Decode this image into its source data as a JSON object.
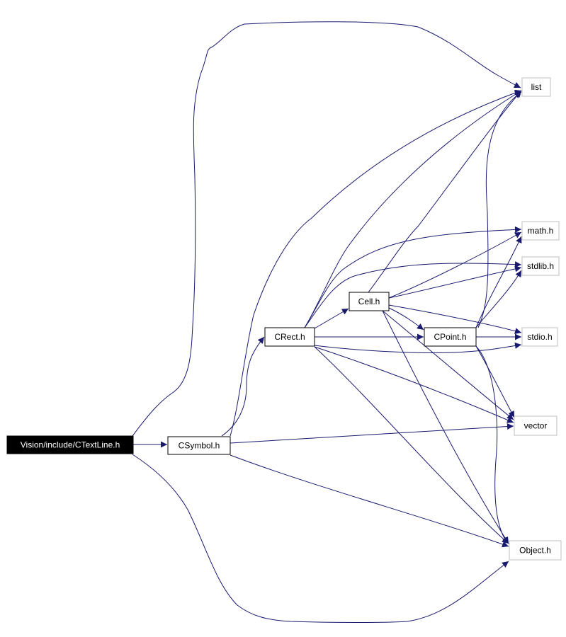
{
  "diagram": {
    "colors": {
      "edge": "#191970",
      "root_fill": "#000000",
      "root_text": "#ffffff",
      "local_border": "#000000",
      "external_border": "#bfbfbf"
    },
    "nodes": [
      {
        "id": "ctextline",
        "label": "Vision/include/CTextLine.h",
        "kind": "root"
      },
      {
        "id": "csymbol",
        "label": "CSymbol.h",
        "kind": "local"
      },
      {
        "id": "crect",
        "label": "CRect.h",
        "kind": "local"
      },
      {
        "id": "cell",
        "label": "Cell.h",
        "kind": "local"
      },
      {
        "id": "cpoint",
        "label": "CPoint.h",
        "kind": "local"
      },
      {
        "id": "list",
        "label": "list",
        "kind": "external"
      },
      {
        "id": "math",
        "label": "math.h",
        "kind": "external"
      },
      {
        "id": "stdlib",
        "label": "stdlib.h",
        "kind": "external"
      },
      {
        "id": "stdio",
        "label": "stdio.h",
        "kind": "external"
      },
      {
        "id": "vector",
        "label": "vector",
        "kind": "external"
      },
      {
        "id": "object",
        "label": "Object.h",
        "kind": "external"
      }
    ],
    "edges": [
      {
        "from": "ctextline",
        "to": "list"
      },
      {
        "from": "ctextline",
        "to": "csymbol"
      },
      {
        "from": "ctextline",
        "to": "object"
      },
      {
        "from": "csymbol",
        "to": "list"
      },
      {
        "from": "csymbol",
        "to": "crect"
      },
      {
        "from": "csymbol",
        "to": "vector"
      },
      {
        "from": "csymbol",
        "to": "object"
      },
      {
        "from": "crect",
        "to": "list"
      },
      {
        "from": "crect",
        "to": "math"
      },
      {
        "from": "crect",
        "to": "stdlib"
      },
      {
        "from": "crect",
        "to": "cell"
      },
      {
        "from": "crect",
        "to": "cpoint"
      },
      {
        "from": "crect",
        "to": "stdio"
      },
      {
        "from": "crect",
        "to": "vector"
      },
      {
        "from": "crect",
        "to": "object"
      },
      {
        "from": "cell",
        "to": "list"
      },
      {
        "from": "cell",
        "to": "math"
      },
      {
        "from": "cell",
        "to": "stdlib"
      },
      {
        "from": "cell",
        "to": "cpoint"
      },
      {
        "from": "cell",
        "to": "stdio"
      },
      {
        "from": "cell",
        "to": "vector"
      },
      {
        "from": "cell",
        "to": "object"
      },
      {
        "from": "cpoint",
        "to": "list"
      },
      {
        "from": "cpoint",
        "to": "math"
      },
      {
        "from": "cpoint",
        "to": "stdlib"
      },
      {
        "from": "cpoint",
        "to": "stdio"
      },
      {
        "from": "cpoint",
        "to": "vector"
      },
      {
        "from": "cpoint",
        "to": "object"
      }
    ]
  }
}
